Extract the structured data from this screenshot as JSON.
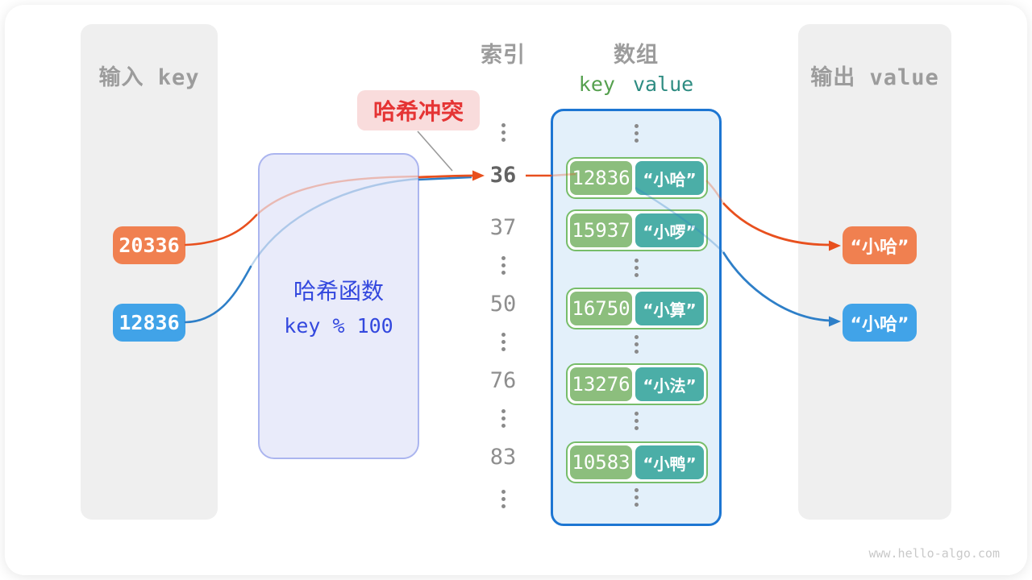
{
  "diagram": {
    "watermark": "www.hello-algo.com",
    "input_panel": {
      "title": "输入 key",
      "keys": [
        {
          "value": "20336",
          "color": "#F08050"
        },
        {
          "value": "12836",
          "color": "#41A3E8"
        }
      ]
    },
    "hash_function": {
      "title": "哈希函数",
      "formula": "key % 100"
    },
    "collision_label": "哈希冲突",
    "index_column": {
      "title": "索引",
      "items": [
        {
          "type": "dots"
        },
        {
          "type": "index",
          "text": "36",
          "highlight": true
        },
        {
          "type": "index",
          "text": "37",
          "highlight": false
        },
        {
          "type": "dots"
        },
        {
          "type": "index",
          "text": "50",
          "highlight": false
        },
        {
          "type": "dots"
        },
        {
          "type": "index",
          "text": "76",
          "highlight": false
        },
        {
          "type": "dots"
        },
        {
          "type": "index",
          "text": "83",
          "highlight": false
        },
        {
          "type": "dots"
        }
      ]
    },
    "array_panel": {
      "title": "数组",
      "header": {
        "key": "key",
        "value": "value"
      },
      "rows": [
        {
          "type": "dots"
        },
        {
          "type": "pair",
          "key": "12836",
          "value": "“小哈”"
        },
        {
          "type": "pair",
          "key": "15937",
          "value": "“小啰”"
        },
        {
          "type": "dots"
        },
        {
          "type": "pair",
          "key": "16750",
          "value": "“小算”"
        },
        {
          "type": "dots"
        },
        {
          "type": "pair",
          "key": "13276",
          "value": "“小法”"
        },
        {
          "type": "dots"
        },
        {
          "type": "pair",
          "key": "10583",
          "value": "“小鸭”"
        },
        {
          "type": "dots"
        }
      ]
    },
    "output_panel": {
      "title": "输出 value",
      "values": [
        {
          "text": "“小哈”",
          "color": "#F08050"
        },
        {
          "text": "“小哈”",
          "color": "#41A3E8"
        }
      ]
    },
    "colors": {
      "orange_box": "#F08050",
      "blue_box": "#41A3E8",
      "orange_arrow": "#E8501E",
      "blue_arrow": "#2E7FC8",
      "green_key_box": "#8CBE7D",
      "teal_value_box": "#4BAEA7",
      "pair_border": "#77BD69",
      "array_border": "#1D76D2",
      "array_fill": "#E3F0FA",
      "hash_fill": "#E9EBFA",
      "hash_border": "#ABB5EF",
      "hash_text": "#3348DE",
      "collision_bg": "#F9DCDC",
      "collision_text": "#E53434",
      "panel_bg": "#EFEFEF",
      "heading_text": "#9C9C9C",
      "key_header": "#55A04E",
      "value_header": "#2E8C82"
    }
  }
}
